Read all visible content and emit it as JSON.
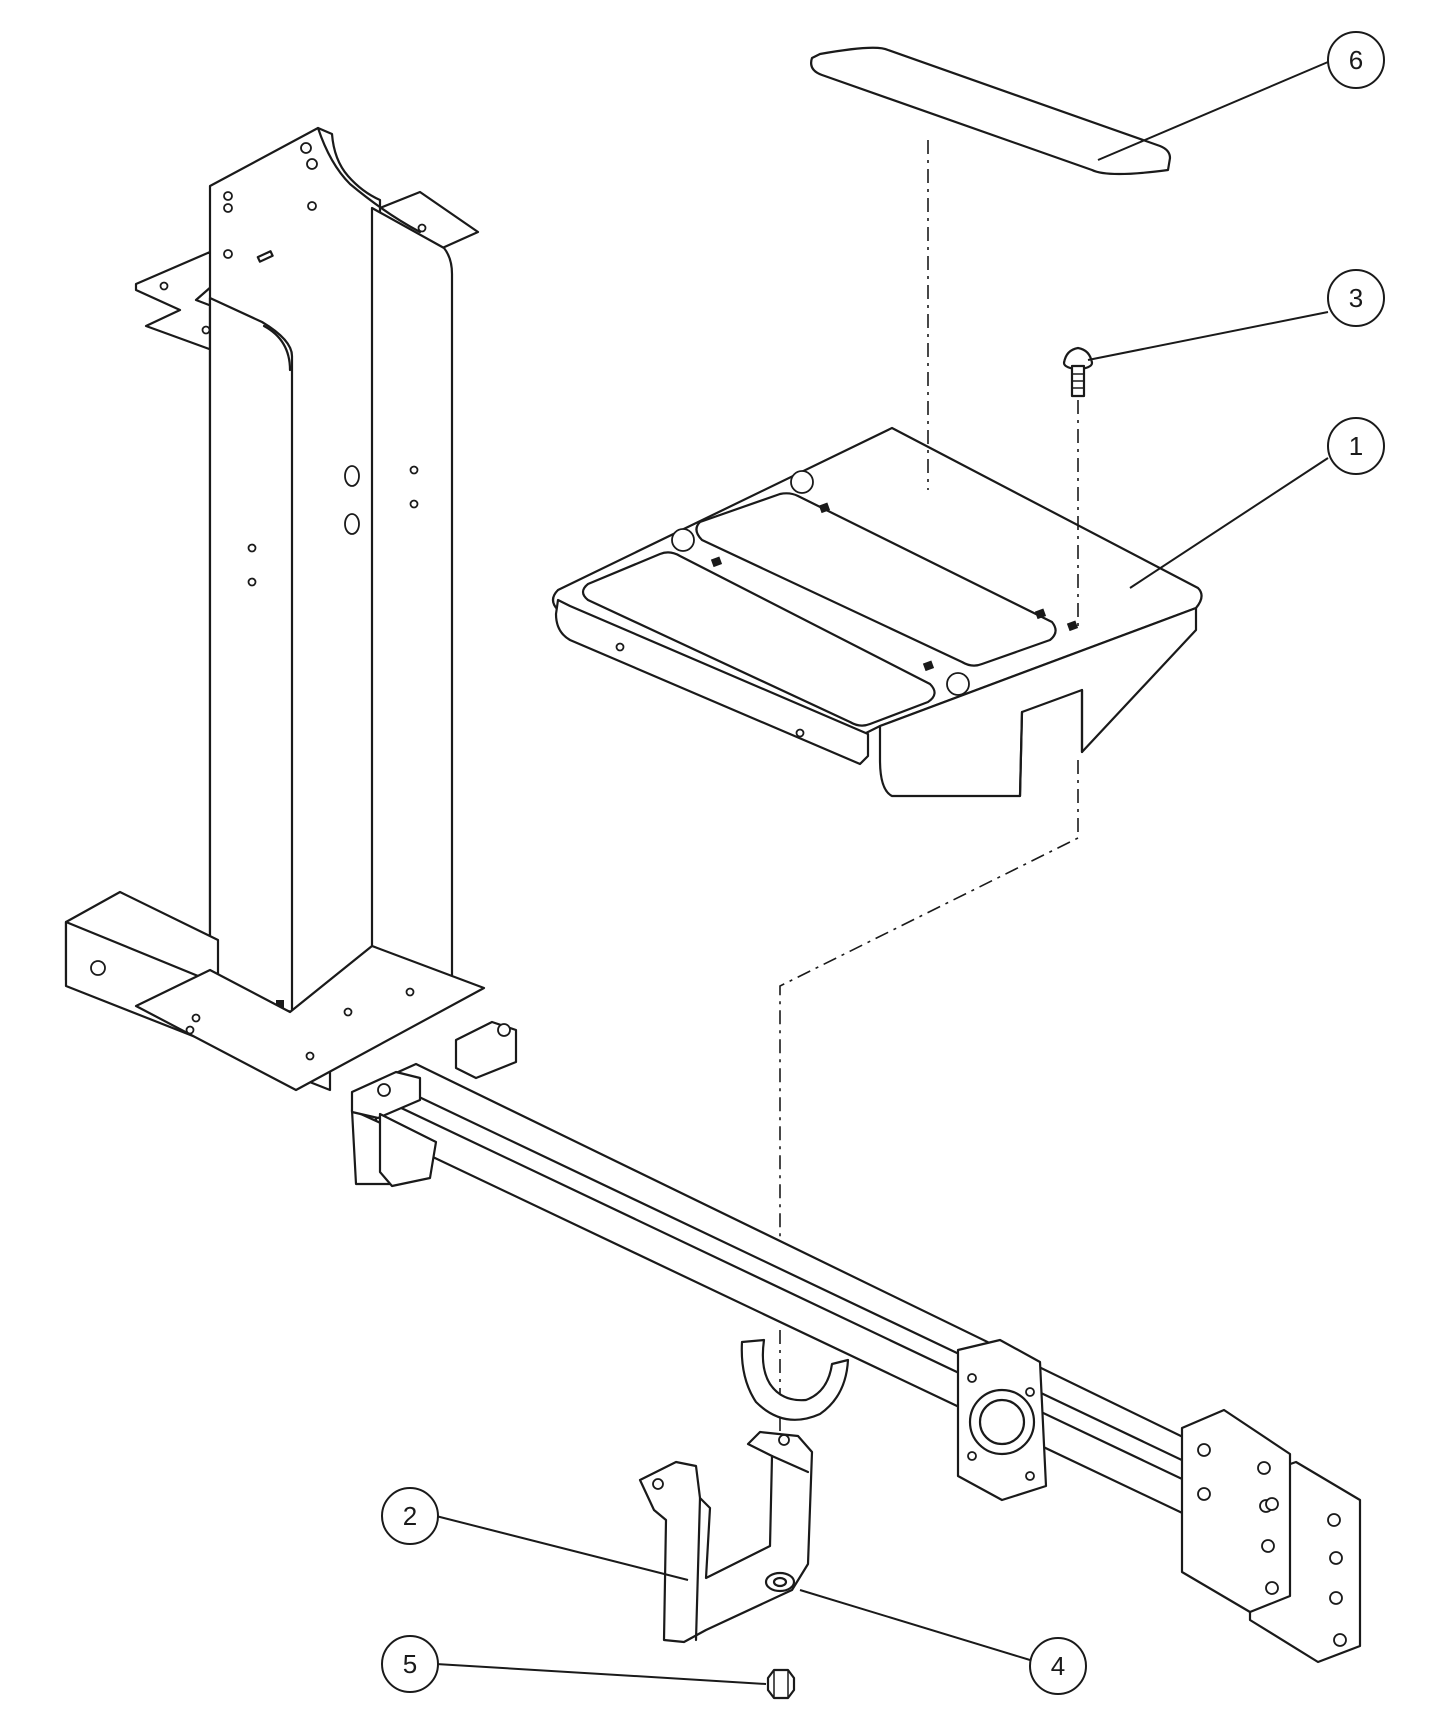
{
  "callouts": [
    {
      "id": "callout-1",
      "label": "1"
    },
    {
      "id": "callout-2",
      "label": "2"
    },
    {
      "id": "callout-3",
      "label": "3"
    },
    {
      "id": "callout-4",
      "label": "4"
    },
    {
      "id": "callout-5",
      "label": "5"
    },
    {
      "id": "callout-6",
      "label": "6"
    }
  ]
}
